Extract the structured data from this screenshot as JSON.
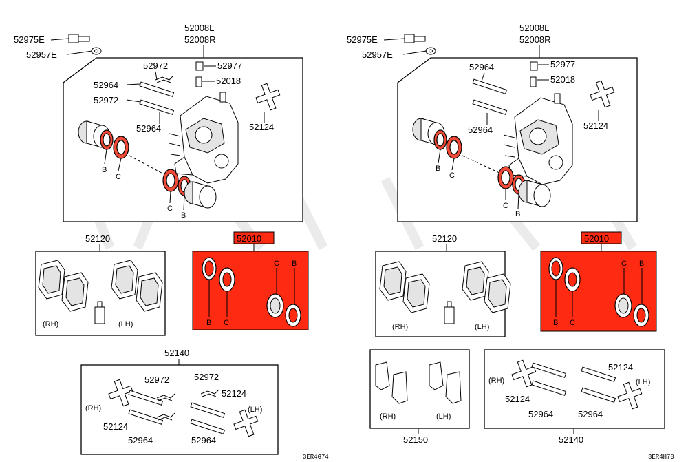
{
  "left": {
    "bolt": "52975E",
    "washer": "52957E",
    "caliper_l": "52008L",
    "caliper_r": "52008R",
    "pin_a": "52972",
    "bleeder_cap": "52977",
    "clip_a": "52964",
    "bleeder": "52018",
    "pin_b": "52972",
    "clip_b": "52964",
    "spring": "52124",
    "seal_b": "B",
    "seal_c": "C",
    "seal_c2": "C",
    "seal_b2": "B",
    "pads": "52120",
    "pads_rh": "(RH)",
    "pads_lh": "(LH)",
    "kit": "52010",
    "kit_b1": "B",
    "kit_c1": "C",
    "kit_c2": "C",
    "kit_b2": "B",
    "hw": "52140",
    "hw_pin1": "52972",
    "hw_pin2": "52972",
    "hw_spring_r": "52124",
    "hw_rh": "(RH)",
    "hw_lh": "(LH)",
    "hw_spring_l": "52124",
    "hw_clip1": "52964",
    "hw_clip2": "52964",
    "code": "3ER4G74"
  },
  "right": {
    "bolt": "52975E",
    "washer": "52957E",
    "caliper_l": "52008L",
    "caliper_r": "52008R",
    "bleeder_cap": "52977",
    "clip_a": "52964",
    "bleeder": "52018",
    "clip_b": "52964",
    "spring": "52124",
    "seal_b": "B",
    "seal_c": "C",
    "seal_c2": "C",
    "seal_b2": "B",
    "pads": "52120",
    "pads_rh": "(RH)",
    "pads_lh": "(LH)",
    "kit": "52010",
    "kit_b1": "B",
    "kit_c1": "C",
    "kit_c2": "C",
    "kit_b2": "B",
    "shim": "52150",
    "shim_rh": "(RH)",
    "shim_lh": "(LH)",
    "hw": "52140",
    "hw_rh": "(RH)",
    "hw_spring_r": "52124",
    "hw_spring_l": "52124",
    "hw_lh": "(LH)",
    "hw_clip1": "52964",
    "hw_clip2": "52964",
    "code": "3ER4H70"
  },
  "colors": {
    "highlight": "#ff2a12",
    "seal": "#f04a36"
  }
}
